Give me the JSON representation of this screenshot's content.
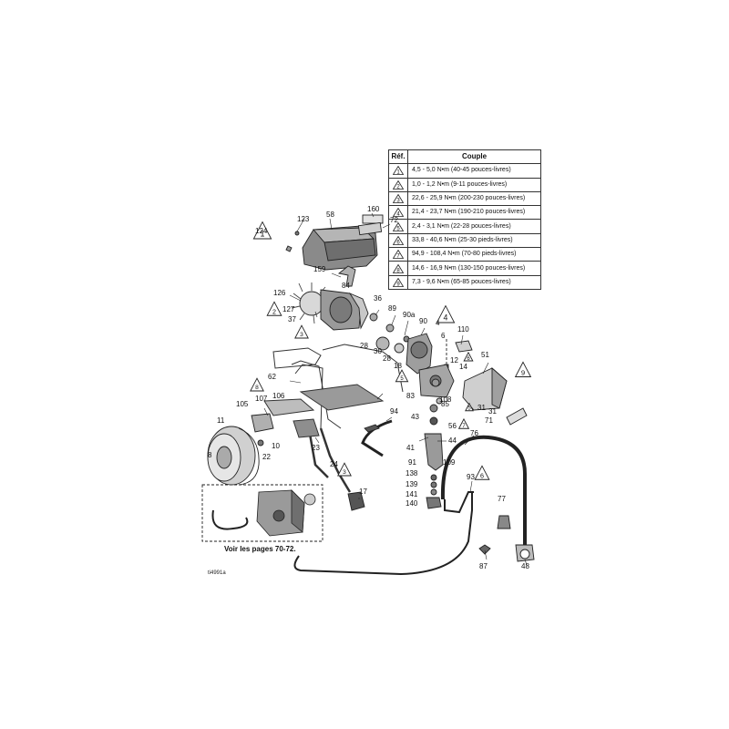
{
  "table": {
    "header_ref": "Réf.",
    "header_torque": "Couple",
    "rows": [
      {
        "ref": "1",
        "value": "4,5 - 5,0 N•m (40-45 pouces-livres)"
      },
      {
        "ref": "2",
        "value": "1,0 - 1,2 N•m (9-11 pouces-livres)"
      },
      {
        "ref": "3",
        "value": "22,6 - 25,9 N•m (200-230 pouces-livres)"
      },
      {
        "ref": "4",
        "value": "21,4 - 23,7 N•m (190-210 pouces-livres)"
      },
      {
        "ref": "5",
        "value": "2,4 - 3,1 N•m (22-28 pouces-livres)"
      },
      {
        "ref": "6",
        "value": "33,8 - 40,6 N•m (25-30 pieds-livres)"
      },
      {
        "ref": "7",
        "value": "94,9 - 108,4 N•m (70-80 pieds-livres)"
      },
      {
        "ref": "8",
        "value": "14,6 - 16,9 N•m (130-150 pouces-livres)"
      },
      {
        "ref": "9",
        "value": "7,3 - 9,6 N•m (65-85 pouces-livres)"
      }
    ]
  },
  "callouts": [
    "124",
    "123",
    "58",
    "160",
    "72",
    "159",
    "84",
    "126",
    "36",
    "127",
    "89",
    "90a",
    "37",
    "90",
    "110",
    "28",
    "30",
    "4",
    "6",
    "51",
    "12",
    "28",
    "18",
    "14",
    "62",
    "83",
    "108",
    "31",
    "107",
    "106",
    "105",
    "85",
    "31",
    "94",
    "43",
    "56",
    "71",
    "11",
    "10",
    "41",
    "44",
    "22",
    "8",
    "23",
    "24",
    "76",
    "91",
    "109",
    "138",
    "139",
    "93",
    "141",
    "140",
    "17",
    "77",
    "87",
    "48"
  ],
  "triangle_markers": [
    "1",
    "2",
    "3",
    "4",
    "5",
    "8",
    "9",
    "3",
    "6",
    "7",
    "5",
    "6"
  ],
  "caption": "Voir les pages 70-72.",
  "figure_code": "ti4991a",
  "colors": {
    "line": "#222222",
    "part_dark": "#6b6b6b",
    "part_mid": "#a8a8a8",
    "part_light": "#d4d4d4"
  }
}
